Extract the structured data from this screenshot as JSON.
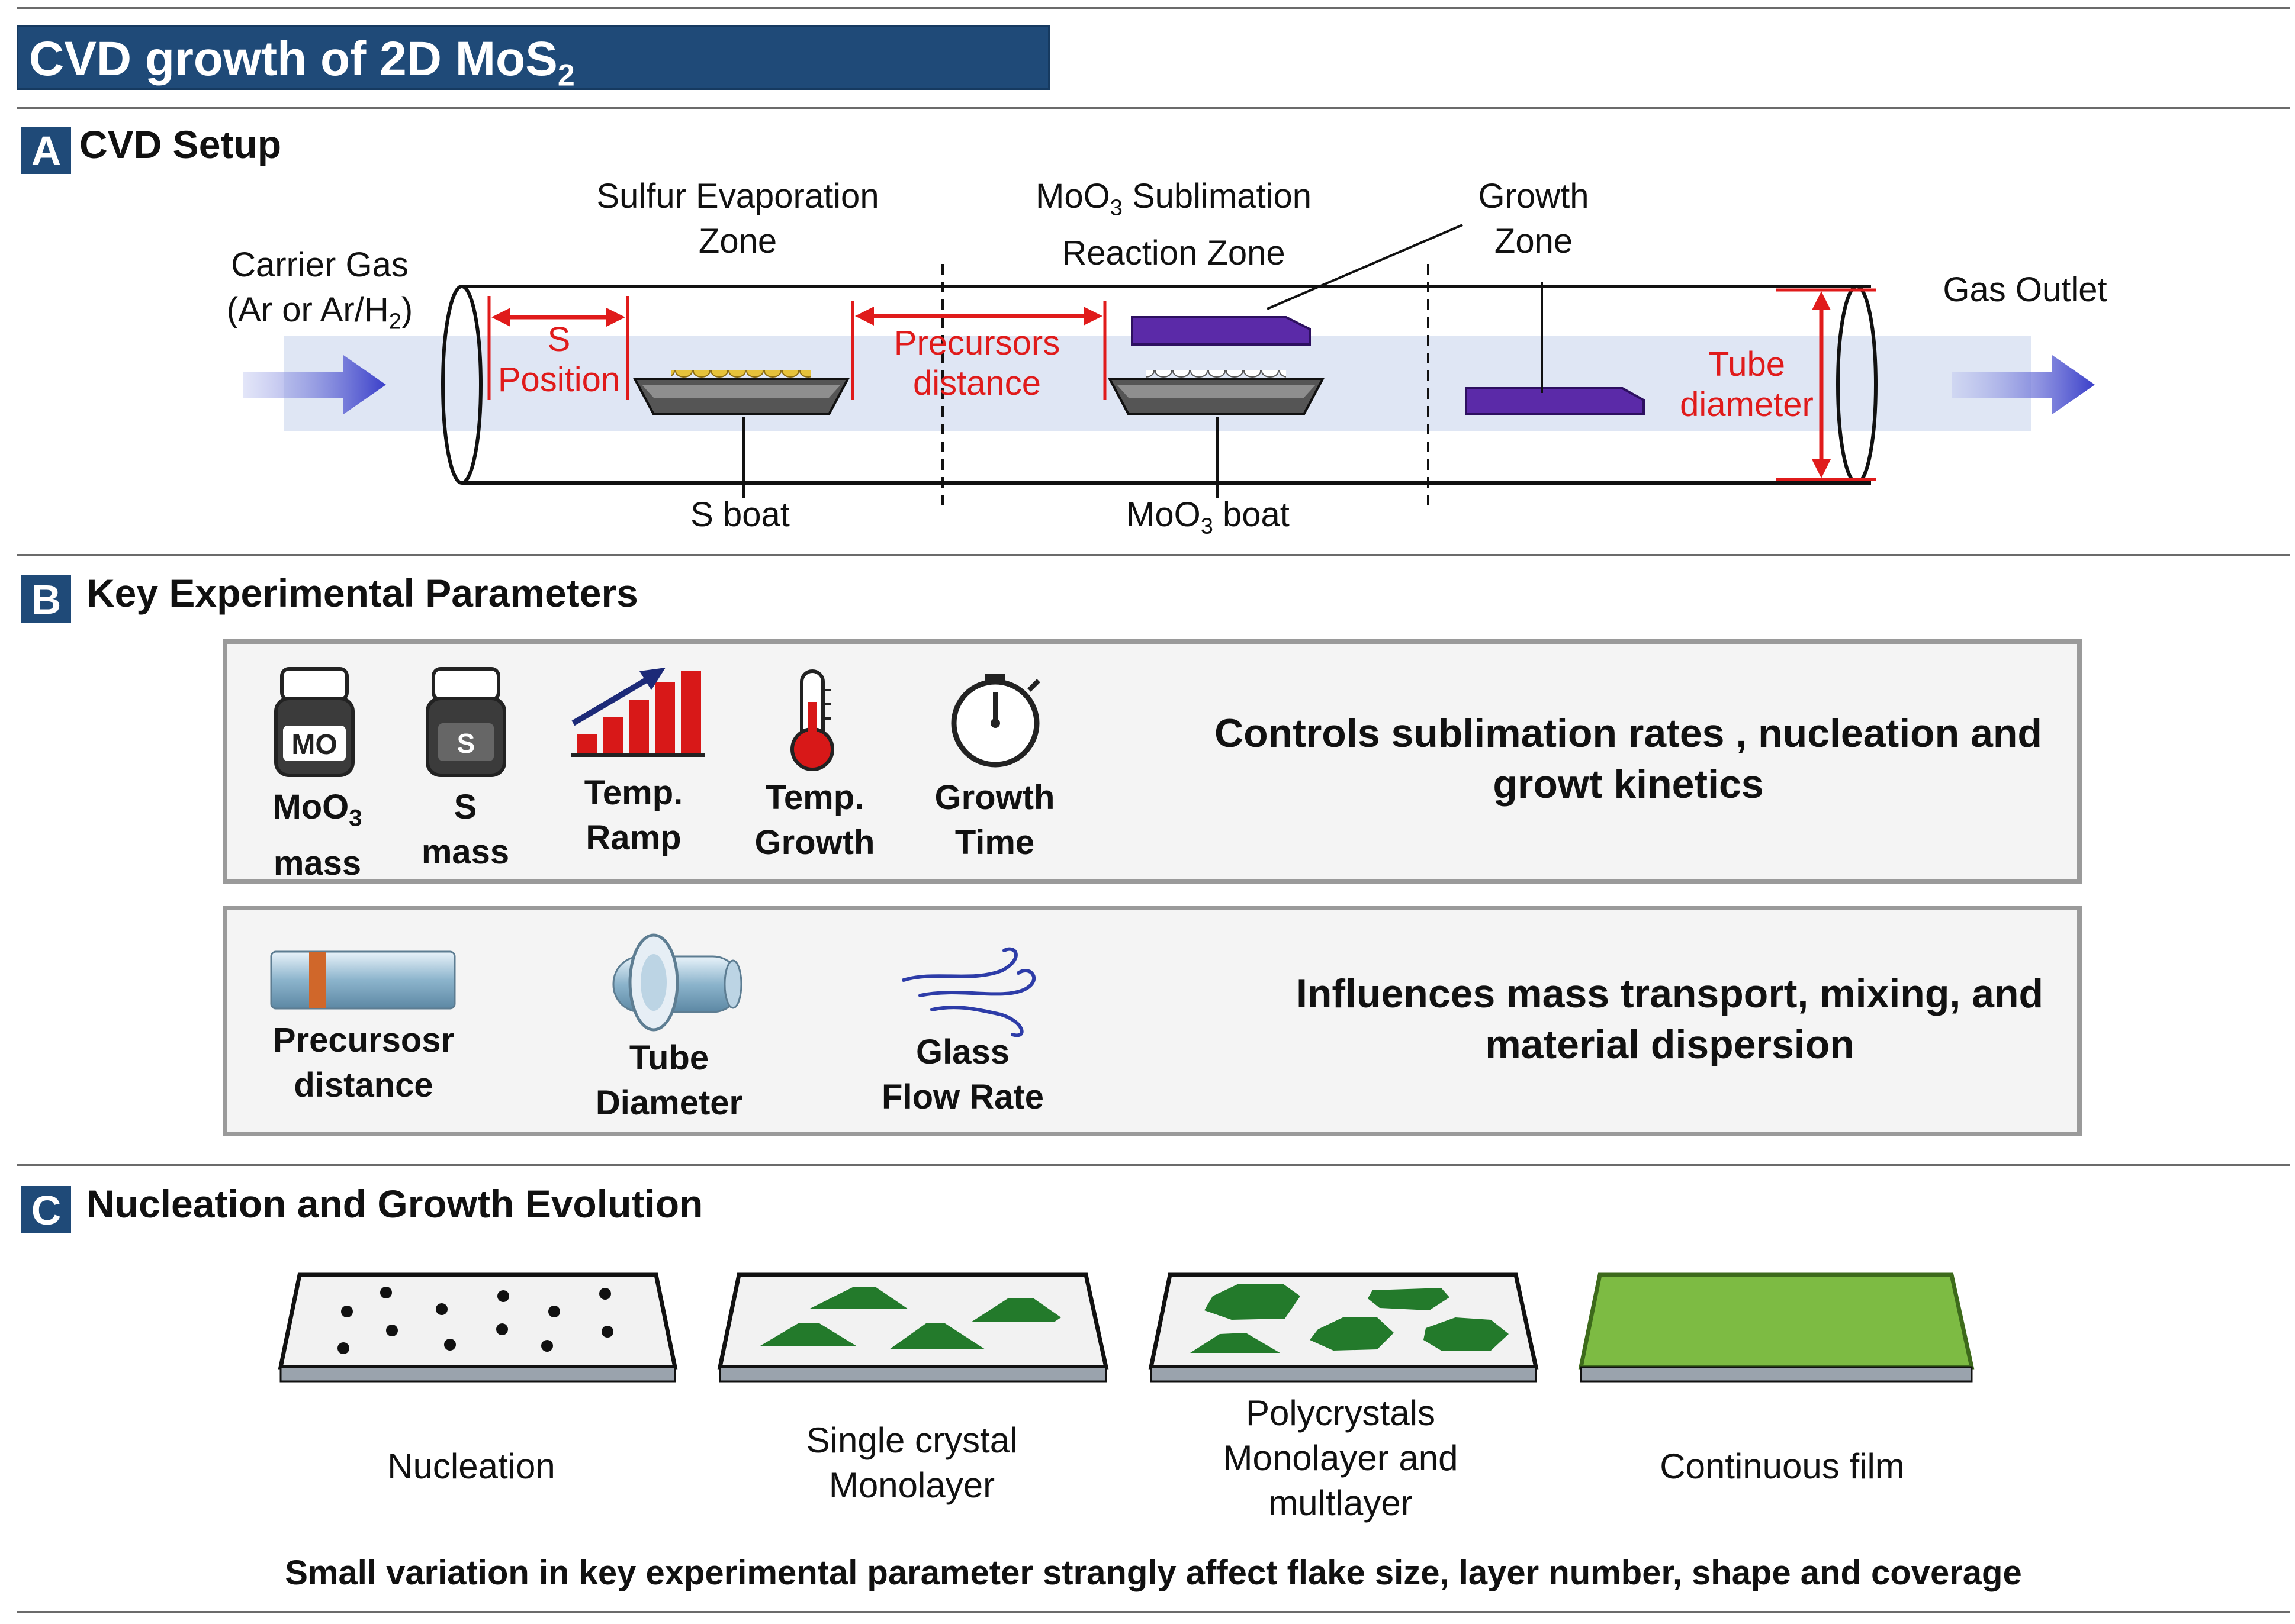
{
  "header": {
    "title": "CVD growth of 2D MoS",
    "title_sub": "2"
  },
  "section_a": {
    "badge": "A",
    "title": "CVD Setup",
    "carrier_gas": [
      "Carrier Gas",
      "(Ar or Ar/H",
      "2",
      ")"
    ],
    "sulfur_zone": [
      "Sulfur Evaporation",
      "Zone"
    ],
    "moo3_zone": [
      "MoO",
      "3",
      " Sublimation",
      "Reaction Zone"
    ],
    "growth_zone": [
      "Growth",
      "Zone"
    ],
    "gas_outlet": "Gas Outlet",
    "s_position": [
      "S",
      "Position"
    ],
    "precursors_distance": [
      "Precursors",
      "distance"
    ],
    "tube_diameter": [
      "Tube",
      "diameter"
    ],
    "s_boat": "S boat",
    "moo3_boat": [
      "MoO",
      "3",
      " boat"
    ]
  },
  "section_b": {
    "badge": "B",
    "title": "Key Experimental Parameters",
    "row1": {
      "items": [
        {
          "icon": "bottle-moo3-icon",
          "line1": "MoO",
          "sub": "3",
          "line2": "mass",
          "bottle_text": "MO"
        },
        {
          "icon": "bottle-s-icon",
          "line1": "S",
          "line2": "mass",
          "bottle_text": "S"
        },
        {
          "icon": "temp-ramp-icon",
          "line1": "Temp.",
          "line2": "Ramp"
        },
        {
          "icon": "thermometer-icon",
          "line1": "Temp.",
          "line2": "Growth"
        },
        {
          "icon": "stopwatch-icon",
          "line1": "Growth",
          "line2": "Time"
        }
      ],
      "effect": [
        "Controls sublimation rates , nucleation and",
        "growt kinetics"
      ]
    },
    "row2": {
      "items": [
        {
          "icon": "tube-distance-icon",
          "line1": "Precursosr",
          "line2": "distance"
        },
        {
          "icon": "tube-diameter-icon",
          "line1": "Tube",
          "line2": "Diameter"
        },
        {
          "icon": "gas-flow-icon",
          "line1": "Glass",
          "line2": "Flow Rate"
        }
      ],
      "effect": [
        "Influences mass transport, mixing, and",
        "material dispersion"
      ]
    }
  },
  "section_c": {
    "badge": "C",
    "title": "Nucleation and Growth Evolution",
    "stages": [
      {
        "lines": [
          "Nucleation"
        ]
      },
      {
        "lines": [
          "Single crystal",
          "Monolayer"
        ]
      },
      {
        "lines": [
          "Polycrystals",
          "Monolayer and",
          "multlayer"
        ]
      },
      {
        "lines": [
          "Continuous film"
        ]
      }
    ],
    "footer": "Small variation in key experimental parameter strangly affect flake size, layer number, shape and coverage"
  },
  "colors": {
    "navy": "#1f4a78",
    "red": "#e01b1b",
    "purple": "#5b2aa8",
    "green": "#2f7d2f",
    "film": "#7dbb43",
    "gray_border": "#9a9a9a"
  }
}
